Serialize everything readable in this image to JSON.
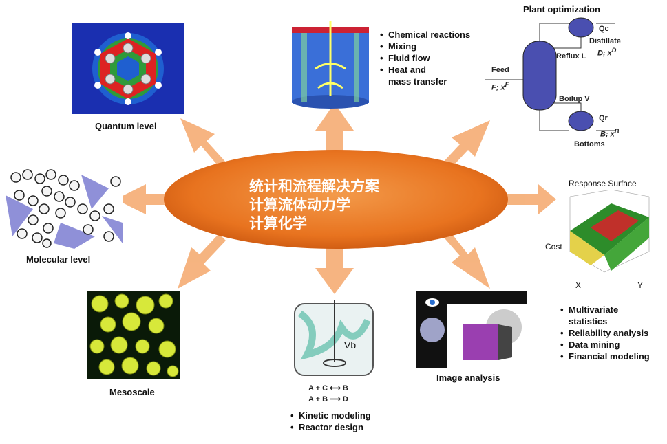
{
  "center": {
    "line1": "统计和流程解决方案",
    "line2": "计算流体动力学",
    "line3": "计算化学"
  },
  "quantum": {
    "caption": "Quantum level"
  },
  "molecular": {
    "caption": "Molecular level"
  },
  "mesoscale": {
    "caption": "Mesoscale"
  },
  "reactor_top": {
    "bullets": [
      "Chemical reactions",
      "Mixing",
      "Fluid flow",
      "Heat and\nmass transfer"
    ]
  },
  "plant": {
    "title": "Plant optimization",
    "qc": "Qc",
    "distillate": "Distillate",
    "d_xd": "D; x",
    "d_sup": "D",
    "reflux": "Reflux L",
    "feed": "Feed",
    "f_xf": "F; x",
    "f_sup": "F",
    "boilup": "Boilup V",
    "qr": "Qr",
    "b_xb": "B; x",
    "b_sup": "B",
    "bottoms": "Bottoms"
  },
  "response": {
    "title": "Response Surface",
    "cost": "Cost",
    "x": "X",
    "y": "Y",
    "bullets": [
      "Multivariate\nstatistics",
      "Reliability analysis",
      "Data mining",
      "Financial modeling"
    ]
  },
  "image_analysis": {
    "caption": "Image analysis"
  },
  "kinetic": {
    "vb": "Vb",
    "eq1_left": "A + C",
    "eq1_right": "B",
    "eq2_left": "A + B",
    "eq2_right": "D",
    "bullets": [
      "Kinetic modeling",
      "Reactor design"
    ]
  },
  "colors": {
    "ellipse": "#e8731f",
    "arrow": "#f5b07a",
    "column": "#4a4fb0"
  }
}
